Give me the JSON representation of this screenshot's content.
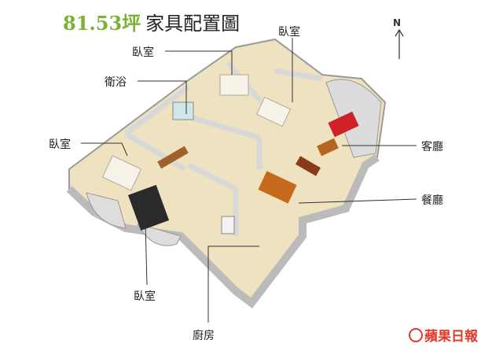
{
  "title": {
    "area": "81.53坪",
    "name": "家具配置圖"
  },
  "compass": {
    "label": "N"
  },
  "rooms": {
    "bedroom_top": "臥室",
    "bedroom_upper_left": "臥室",
    "bathroom": "衛浴",
    "bedroom_left": "臥室",
    "living_room": "客廳",
    "dining_room": "餐廳",
    "bedroom_bottom": "臥室",
    "kitchen": "廚房"
  },
  "logo": {
    "text": "蘋果日報"
  },
  "colors": {
    "area": "#7bb135",
    "logo": "#e23a2a",
    "sofa": "#d0202a"
  }
}
